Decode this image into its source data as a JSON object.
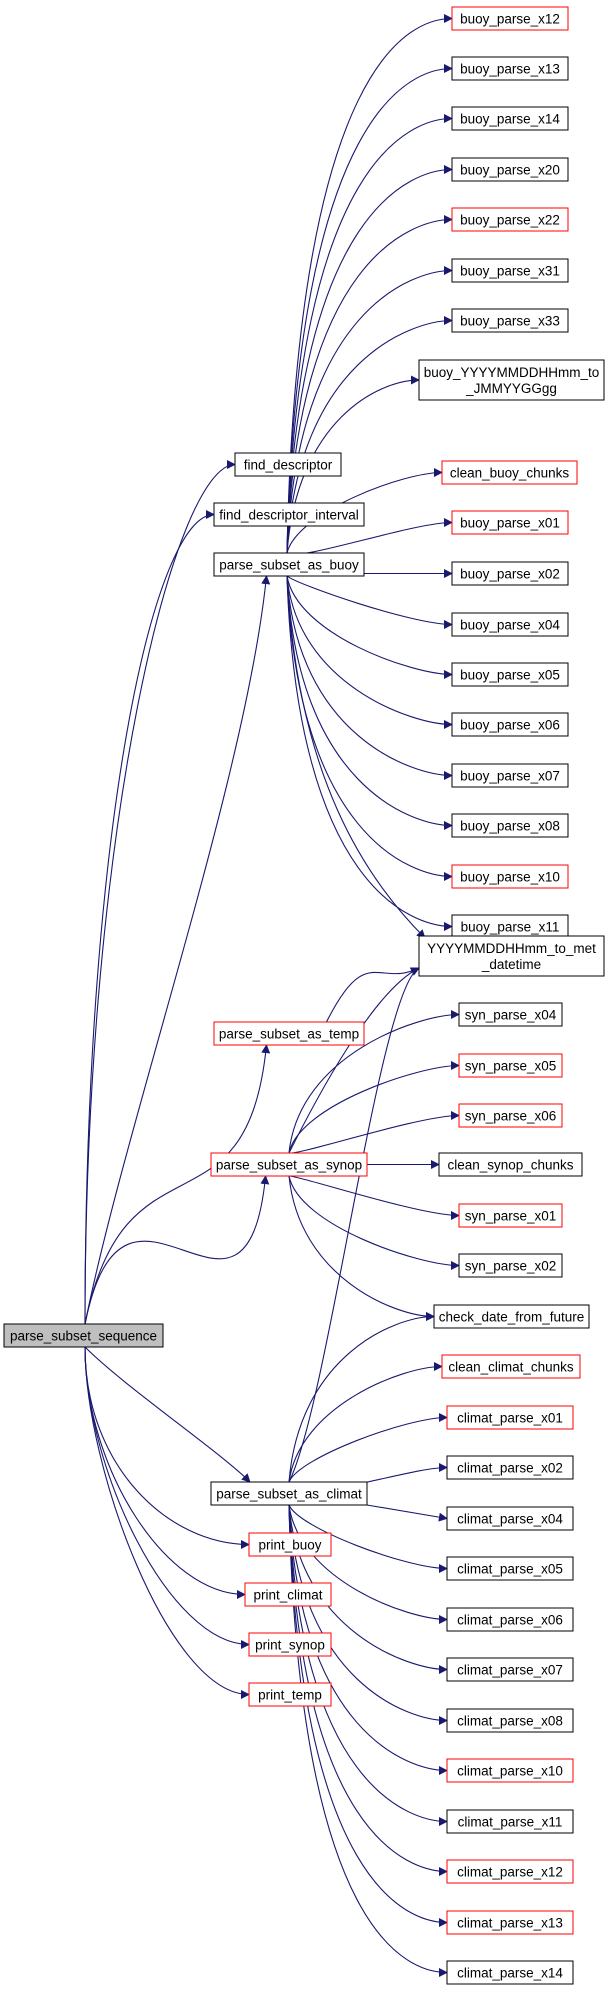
{
  "colors": {
    "edge": "#191970",
    "border_default": "#000000",
    "border_truncated": "#ff0000",
    "root_fill": "#bfbfbf",
    "node_fill": "#ffffff"
  },
  "root": {
    "id": "parse_subset_sequence",
    "label": "parse_subset_sequence"
  },
  "nodes": [
    {
      "id": "parse_subset_sequence",
      "lines": [
        "parse_subset_sequence"
      ],
      "truncated": false,
      "root": true
    },
    {
      "id": "find_descriptor",
      "lines": [
        "find_descriptor"
      ],
      "truncated": false
    },
    {
      "id": "find_descriptor_interval",
      "lines": [
        "find_descriptor_interval"
      ],
      "truncated": false
    },
    {
      "id": "parse_subset_as_buoy",
      "lines": [
        "parse_subset_as_buoy"
      ],
      "truncated": false
    },
    {
      "id": "parse_subset_as_temp",
      "lines": [
        "parse_subset_as_temp"
      ],
      "truncated": true
    },
    {
      "id": "parse_subset_as_synop",
      "lines": [
        "parse_subset_as_synop"
      ],
      "truncated": true
    },
    {
      "id": "parse_subset_as_climat",
      "lines": [
        "parse_subset_as_climat"
      ],
      "truncated": false
    },
    {
      "id": "print_buoy",
      "lines": [
        "print_buoy"
      ],
      "truncated": true
    },
    {
      "id": "print_climat",
      "lines": [
        "print_climat"
      ],
      "truncated": true
    },
    {
      "id": "print_synop",
      "lines": [
        "print_synop"
      ],
      "truncated": true
    },
    {
      "id": "print_temp",
      "lines": [
        "print_temp"
      ],
      "truncated": true
    },
    {
      "id": "buoy_parse_x12",
      "lines": [
        "buoy_parse_x12"
      ],
      "truncated": true
    },
    {
      "id": "buoy_parse_x13",
      "lines": [
        "buoy_parse_x13"
      ],
      "truncated": false
    },
    {
      "id": "buoy_parse_x14",
      "lines": [
        "buoy_parse_x14"
      ],
      "truncated": false
    },
    {
      "id": "buoy_parse_x20",
      "lines": [
        "buoy_parse_x20"
      ],
      "truncated": false
    },
    {
      "id": "buoy_parse_x22",
      "lines": [
        "buoy_parse_x22"
      ],
      "truncated": true
    },
    {
      "id": "buoy_parse_x31",
      "lines": [
        "buoy_parse_x31"
      ],
      "truncated": false
    },
    {
      "id": "buoy_parse_x33",
      "lines": [
        "buoy_parse_x33"
      ],
      "truncated": false
    },
    {
      "id": "buoy_YYYYMMDDHHmm_to_JMMYYGGgg",
      "lines": [
        "buoy_YYYYMMDDHHmm_to",
        "_JMMYYGGgg"
      ],
      "truncated": false
    },
    {
      "id": "clean_buoy_chunks",
      "lines": [
        "clean_buoy_chunks"
      ],
      "truncated": true
    },
    {
      "id": "buoy_parse_x01",
      "lines": [
        "buoy_parse_x01"
      ],
      "truncated": true
    },
    {
      "id": "buoy_parse_x02",
      "lines": [
        "buoy_parse_x02"
      ],
      "truncated": false
    },
    {
      "id": "buoy_parse_x04",
      "lines": [
        "buoy_parse_x04"
      ],
      "truncated": false
    },
    {
      "id": "buoy_parse_x05",
      "lines": [
        "buoy_parse_x05"
      ],
      "truncated": false
    },
    {
      "id": "buoy_parse_x06",
      "lines": [
        "buoy_parse_x06"
      ],
      "truncated": false
    },
    {
      "id": "buoy_parse_x07",
      "lines": [
        "buoy_parse_x07"
      ],
      "truncated": false
    },
    {
      "id": "buoy_parse_x08",
      "lines": [
        "buoy_parse_x08"
      ],
      "truncated": false
    },
    {
      "id": "buoy_parse_x10",
      "lines": [
        "buoy_parse_x10"
      ],
      "truncated": true
    },
    {
      "id": "buoy_parse_x11",
      "lines": [
        "buoy_parse_x11"
      ],
      "truncated": false
    },
    {
      "id": "YYYYMMDDHHmm_to_met_datetime",
      "lines": [
        "YYYYMMDDHHmm_to_met",
        "_datetime"
      ],
      "truncated": false
    },
    {
      "id": "syn_parse_x04",
      "lines": [
        "syn_parse_x04"
      ],
      "truncated": false
    },
    {
      "id": "syn_parse_x05",
      "lines": [
        "syn_parse_x05"
      ],
      "truncated": true
    },
    {
      "id": "syn_parse_x06",
      "lines": [
        "syn_parse_x06"
      ],
      "truncated": true
    },
    {
      "id": "clean_synop_chunks",
      "lines": [
        "clean_synop_chunks"
      ],
      "truncated": false
    },
    {
      "id": "syn_parse_x01",
      "lines": [
        "syn_parse_x01"
      ],
      "truncated": true
    },
    {
      "id": "syn_parse_x02",
      "lines": [
        "syn_parse_x02"
      ],
      "truncated": false
    },
    {
      "id": "check_date_from_future",
      "lines": [
        "check_date_from_future"
      ],
      "truncated": false
    },
    {
      "id": "clean_climat_chunks",
      "lines": [
        "clean_climat_chunks"
      ],
      "truncated": true
    },
    {
      "id": "climat_parse_x01",
      "lines": [
        "climat_parse_x01"
      ],
      "truncated": true
    },
    {
      "id": "climat_parse_x02",
      "lines": [
        "climat_parse_x02"
      ],
      "truncated": false
    },
    {
      "id": "climat_parse_x04",
      "lines": [
        "climat_parse_x04"
      ],
      "truncated": false
    },
    {
      "id": "climat_parse_x05",
      "lines": [
        "climat_parse_x05"
      ],
      "truncated": false
    },
    {
      "id": "climat_parse_x06",
      "lines": [
        "climat_parse_x06"
      ],
      "truncated": false
    },
    {
      "id": "climat_parse_x07",
      "lines": [
        "climat_parse_x07"
      ],
      "truncated": false
    },
    {
      "id": "climat_parse_x08",
      "lines": [
        "climat_parse_x08"
      ],
      "truncated": false
    },
    {
      "id": "climat_parse_x10",
      "lines": [
        "climat_parse_x10"
      ],
      "truncated": true
    },
    {
      "id": "climat_parse_x11",
      "lines": [
        "climat_parse_x11"
      ],
      "truncated": false
    },
    {
      "id": "climat_parse_x12",
      "lines": [
        "climat_parse_x12"
      ],
      "truncated": true
    },
    {
      "id": "climat_parse_x13",
      "lines": [
        "climat_parse_x13"
      ],
      "truncated": true
    },
    {
      "id": "climat_parse_x14",
      "lines": [
        "climat_parse_x14"
      ],
      "truncated": false
    }
  ],
  "edges": [
    {
      "from": "parse_subset_sequence",
      "to": "find_descriptor"
    },
    {
      "from": "parse_subset_sequence",
      "to": "find_descriptor_interval"
    },
    {
      "from": "parse_subset_sequence",
      "to": "parse_subset_as_buoy"
    },
    {
      "from": "parse_subset_sequence",
      "to": "parse_subset_as_temp"
    },
    {
      "from": "parse_subset_sequence",
      "to": "parse_subset_as_synop"
    },
    {
      "from": "parse_subset_sequence",
      "to": "parse_subset_as_climat"
    },
    {
      "from": "parse_subset_sequence",
      "to": "print_buoy"
    },
    {
      "from": "parse_subset_sequence",
      "to": "print_climat"
    },
    {
      "from": "parse_subset_sequence",
      "to": "print_synop"
    },
    {
      "from": "parse_subset_sequence",
      "to": "print_temp"
    },
    {
      "from": "parse_subset_as_buoy",
      "to": "buoy_parse_x12"
    },
    {
      "from": "parse_subset_as_buoy",
      "to": "buoy_parse_x13"
    },
    {
      "from": "parse_subset_as_buoy",
      "to": "buoy_parse_x14"
    },
    {
      "from": "parse_subset_as_buoy",
      "to": "buoy_parse_x20"
    },
    {
      "from": "parse_subset_as_buoy",
      "to": "buoy_parse_x22"
    },
    {
      "from": "parse_subset_as_buoy",
      "to": "buoy_parse_x31"
    },
    {
      "from": "parse_subset_as_buoy",
      "to": "buoy_parse_x33"
    },
    {
      "from": "parse_subset_as_buoy",
      "to": "buoy_YYYYMMDDHHmm_to_JMMYYGGgg"
    },
    {
      "from": "parse_subset_as_buoy",
      "to": "clean_buoy_chunks"
    },
    {
      "from": "parse_subset_as_buoy",
      "to": "buoy_parse_x01"
    },
    {
      "from": "parse_subset_as_buoy",
      "to": "buoy_parse_x02"
    },
    {
      "from": "parse_subset_as_buoy",
      "to": "buoy_parse_x04"
    },
    {
      "from": "parse_subset_as_buoy",
      "to": "buoy_parse_x05"
    },
    {
      "from": "parse_subset_as_buoy",
      "to": "buoy_parse_x06"
    },
    {
      "from": "parse_subset_as_buoy",
      "to": "buoy_parse_x07"
    },
    {
      "from": "parse_subset_as_buoy",
      "to": "buoy_parse_x08"
    },
    {
      "from": "parse_subset_as_buoy",
      "to": "buoy_parse_x10"
    },
    {
      "from": "parse_subset_as_buoy",
      "to": "buoy_parse_x11"
    },
    {
      "from": "parse_subset_as_buoy",
      "to": "YYYYMMDDHHmm_to_met_datetime"
    },
    {
      "from": "parse_subset_as_temp",
      "to": "YYYYMMDDHHmm_to_met_datetime"
    },
    {
      "from": "parse_subset_as_synop",
      "to": "YYYYMMDDHHmm_to_met_datetime"
    },
    {
      "from": "parse_subset_as_synop",
      "to": "syn_parse_x04"
    },
    {
      "from": "parse_subset_as_synop",
      "to": "syn_parse_x05"
    },
    {
      "from": "parse_subset_as_synop",
      "to": "syn_parse_x06"
    },
    {
      "from": "parse_subset_as_synop",
      "to": "clean_synop_chunks"
    },
    {
      "from": "parse_subset_as_synop",
      "to": "syn_parse_x01"
    },
    {
      "from": "parse_subset_as_synop",
      "to": "syn_parse_x02"
    },
    {
      "from": "parse_subset_as_synop",
      "to": "check_date_from_future"
    },
    {
      "from": "parse_subset_as_climat",
      "to": "YYYYMMDDHHmm_to_met_datetime"
    },
    {
      "from": "parse_subset_as_climat",
      "to": "check_date_from_future"
    },
    {
      "from": "parse_subset_as_climat",
      "to": "clean_climat_chunks"
    },
    {
      "from": "parse_subset_as_climat",
      "to": "climat_parse_x01"
    },
    {
      "from": "parse_subset_as_climat",
      "to": "climat_parse_x02"
    },
    {
      "from": "parse_subset_as_climat",
      "to": "climat_parse_x04"
    },
    {
      "from": "parse_subset_as_climat",
      "to": "climat_parse_x05"
    },
    {
      "from": "parse_subset_as_climat",
      "to": "climat_parse_x06"
    },
    {
      "from": "parse_subset_as_climat",
      "to": "climat_parse_x07"
    },
    {
      "from": "parse_subset_as_climat",
      "to": "climat_parse_x08"
    },
    {
      "from": "parse_subset_as_climat",
      "to": "climat_parse_x10"
    },
    {
      "from": "parse_subset_as_climat",
      "to": "climat_parse_x11"
    },
    {
      "from": "parse_subset_as_climat",
      "to": "climat_parse_x12"
    },
    {
      "from": "parse_subset_as_climat",
      "to": "climat_parse_x13"
    },
    {
      "from": "parse_subset_as_climat",
      "to": "climat_parse_x14"
    }
  ]
}
